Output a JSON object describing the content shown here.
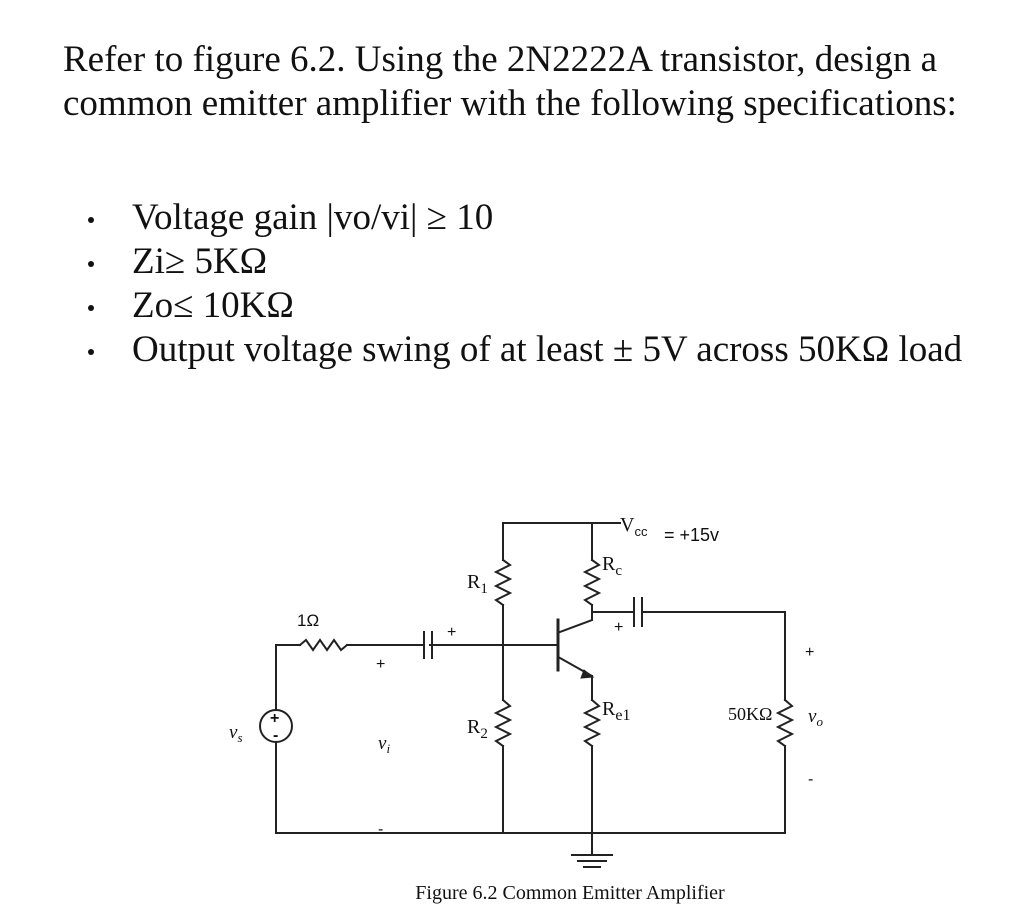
{
  "problem": {
    "intro": "Refer to figure 6.2. Using the 2N2222A transistor, design a common emitter amplifier with the following specifications:",
    "specs": [
      "Voltage gain |vo/vi| ≥ 10",
      "Zi≥ 5KΩ",
      "Zo≤ 10KΩ",
      "Output voltage swing of at least ± 5V across 50KΩ load"
    ]
  },
  "figure": {
    "caption": "Figure 6.2 Common Emitter Amplifier",
    "labels": {
      "vcc": "V",
      "vcc_sub": "cc",
      "vcc_value": "= +15v",
      "rc": "R",
      "rc_sub": "c",
      "r1": "R",
      "r1_sub": "1",
      "r2": "R",
      "r2_sub": "2",
      "re": "R",
      "re_sub": "e1",
      "rs": "1Ω",
      "rl": "50KΩ",
      "vs": "v",
      "vs_sub": "s",
      "vi": "v",
      "vi_sub": "i",
      "vo": "v",
      "vo_sub": "o",
      "plus": "+",
      "minus": "-"
    }
  }
}
